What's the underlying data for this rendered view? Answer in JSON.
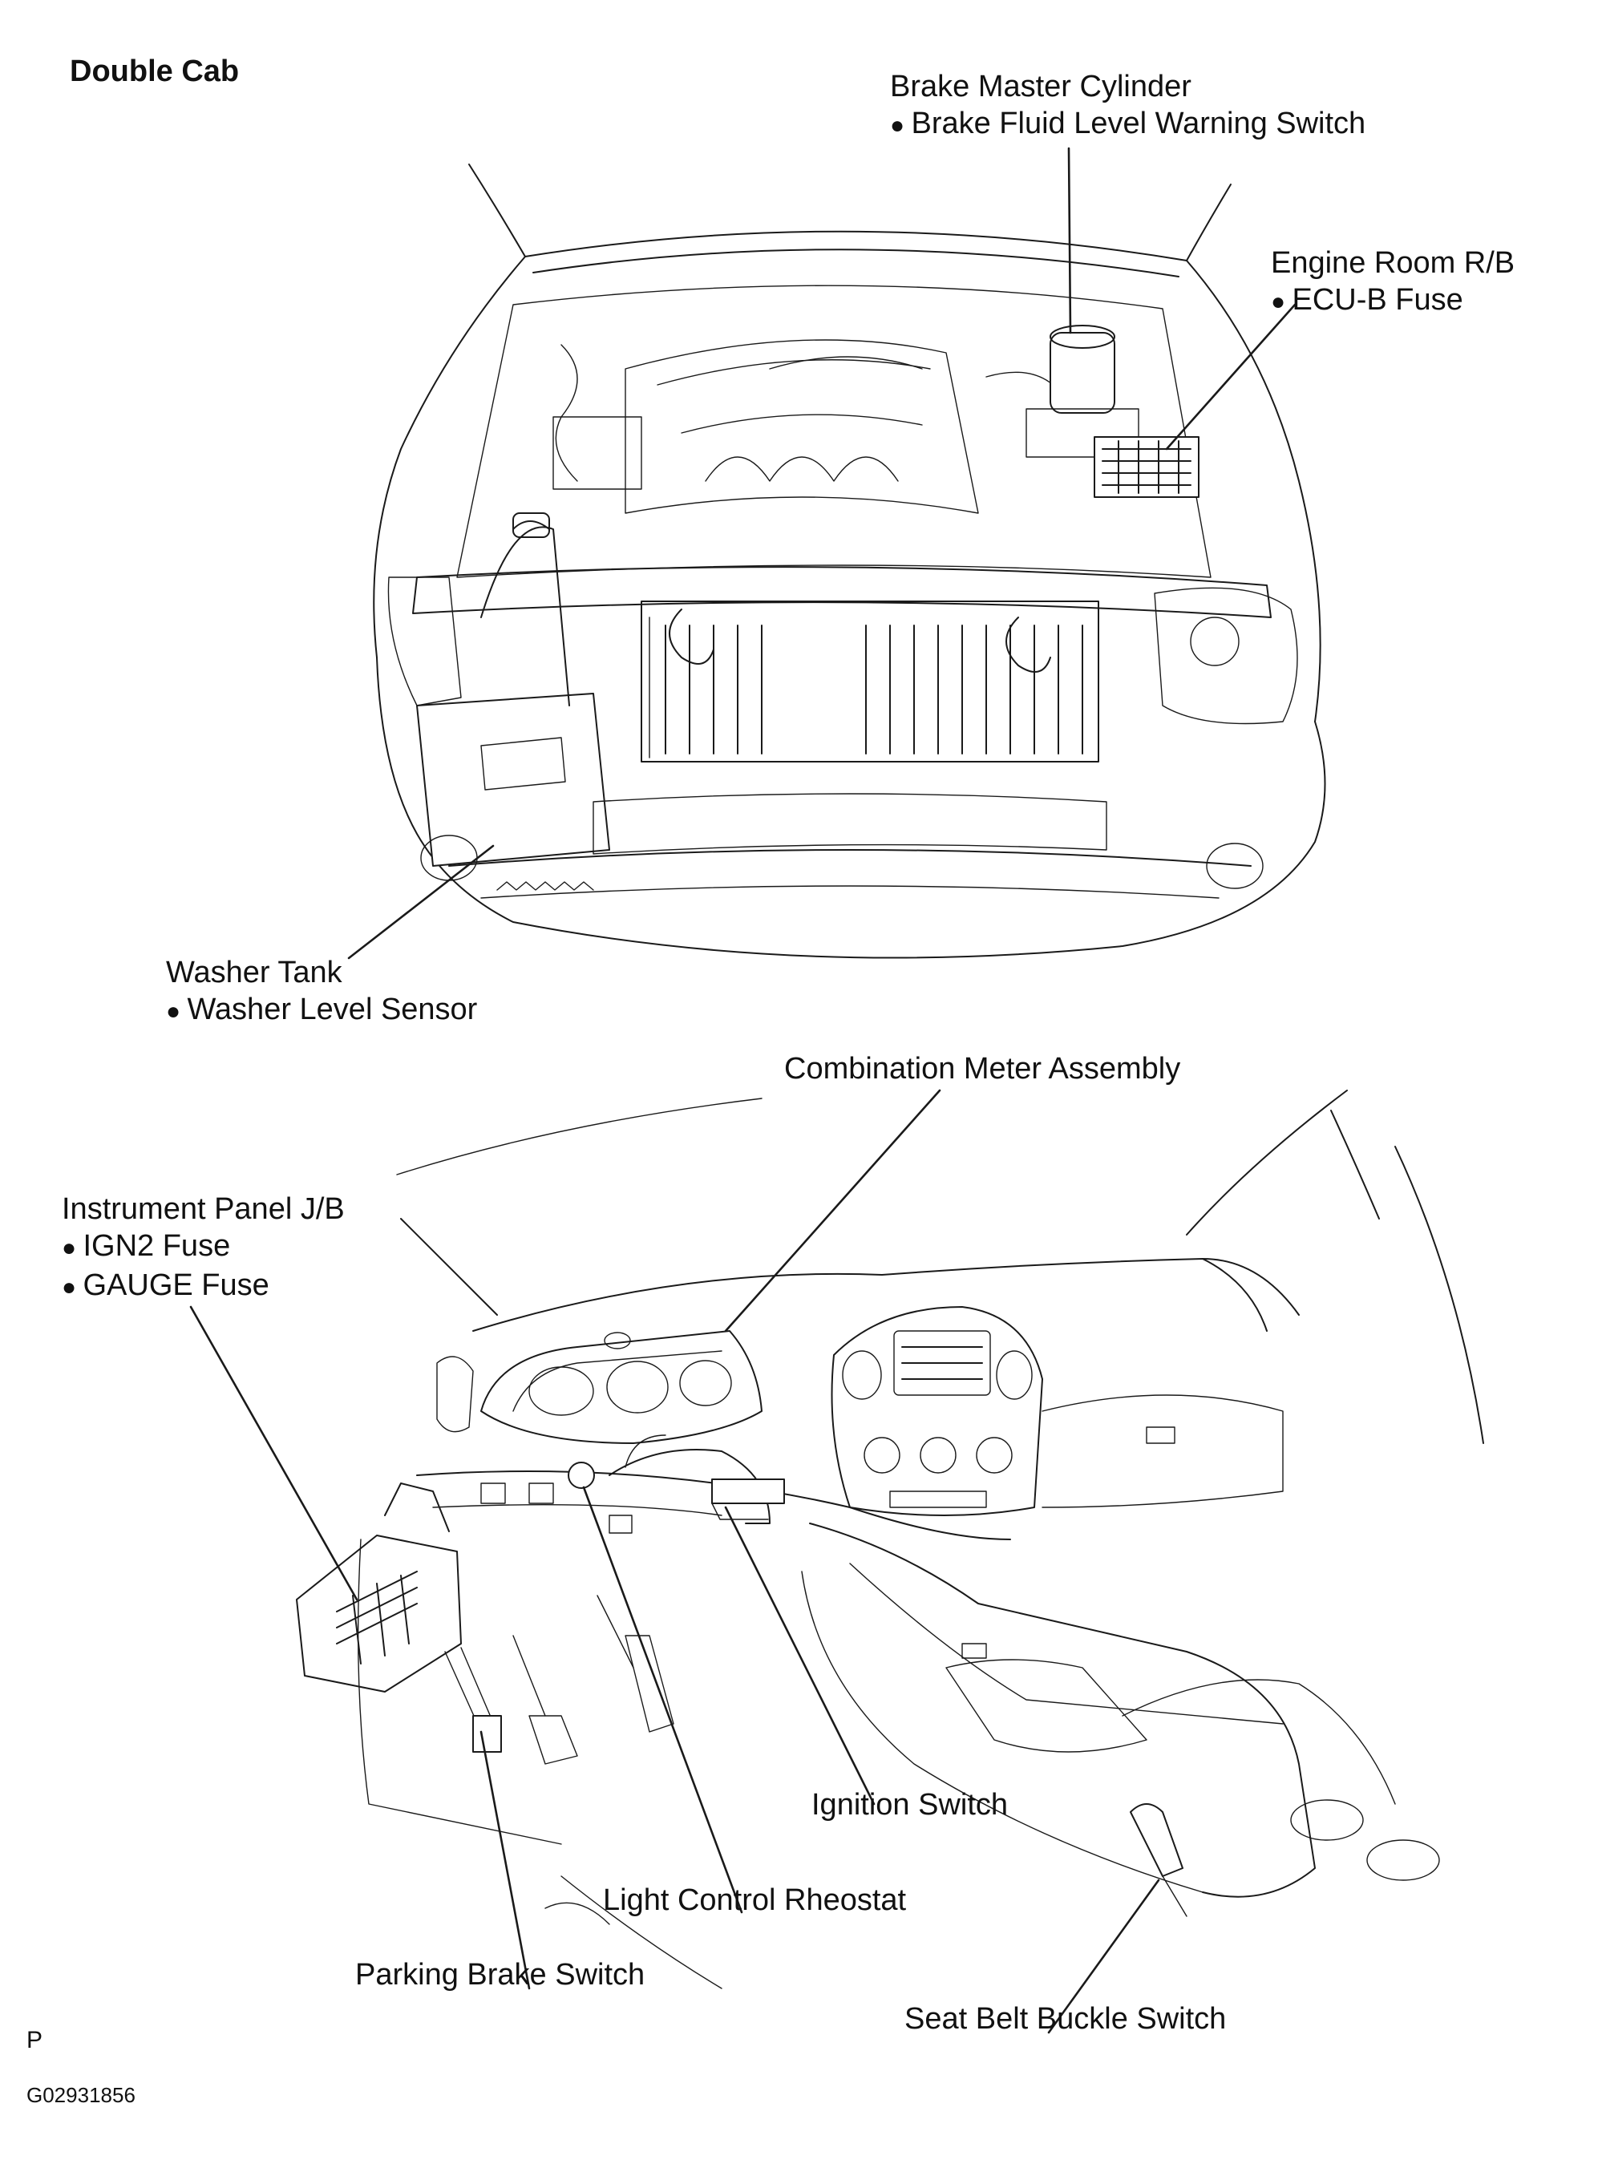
{
  "title": "Double Cab",
  "labels": {
    "brake_master": {
      "name": "Brake Master Cylinder",
      "sub": "Brake Fluid Level Warning Switch"
    },
    "engine_rb": {
      "name": "Engine Room R/B",
      "sub": "ECU-B Fuse"
    },
    "washer_tank": {
      "name": "Washer Tank",
      "sub": "Washer Level Sensor"
    },
    "combination_meter": {
      "name": "Combination Meter Assembly"
    },
    "instrument_jb": {
      "name": "Instrument Panel J/B",
      "sub1": "IGN2 Fuse",
      "sub2": "GAUGE Fuse"
    },
    "ignition_switch": {
      "name": "Ignition Switch"
    },
    "light_rheostat": {
      "name": "Light Control Rheostat"
    },
    "parking_brake": {
      "name": "Parking Brake Switch"
    },
    "seat_belt": {
      "name": "Seat Belt Buckle Switch"
    }
  },
  "footer": {
    "code": "P",
    "figure_id": "G02931856"
  }
}
